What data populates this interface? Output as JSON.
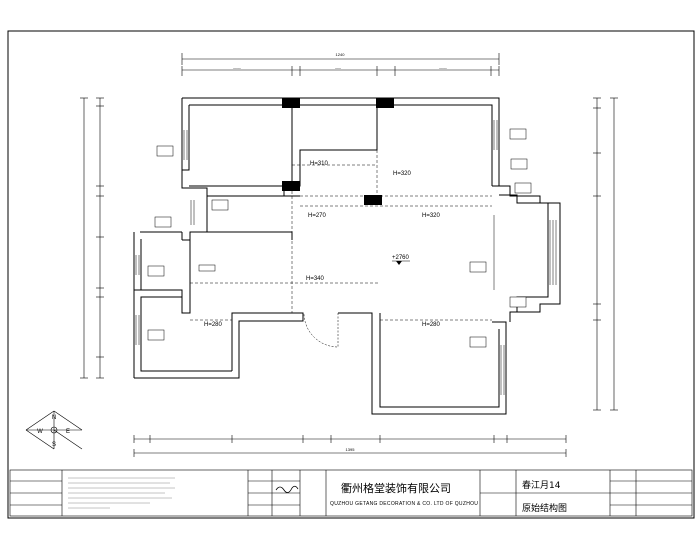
{
  "company": {
    "name_cn": "衢州格堂装饰有限公司",
    "name_en": "QUZHOU GETANG DECORATION & CO. LTD OF QUZHOU"
  },
  "title_block": {
    "project": "春江月14",
    "drawing_title": "原始结构图"
  },
  "dimensions": {
    "top_total": "1240",
    "bottom_total": "1395"
  },
  "height_labels": {
    "h310": "H=310",
    "h320_top": "H=320",
    "h270": "H=270",
    "h320_mid": "H=320",
    "h340": "H=340",
    "h280_left": "H=280",
    "h280_right": "H=280"
  },
  "level_mark": "+2760",
  "compass": {
    "letters": [
      "N",
      "E",
      "S",
      "W"
    ]
  },
  "colors": {
    "line": "#000000",
    "paper": "#ffffff",
    "column": "#000000"
  }
}
